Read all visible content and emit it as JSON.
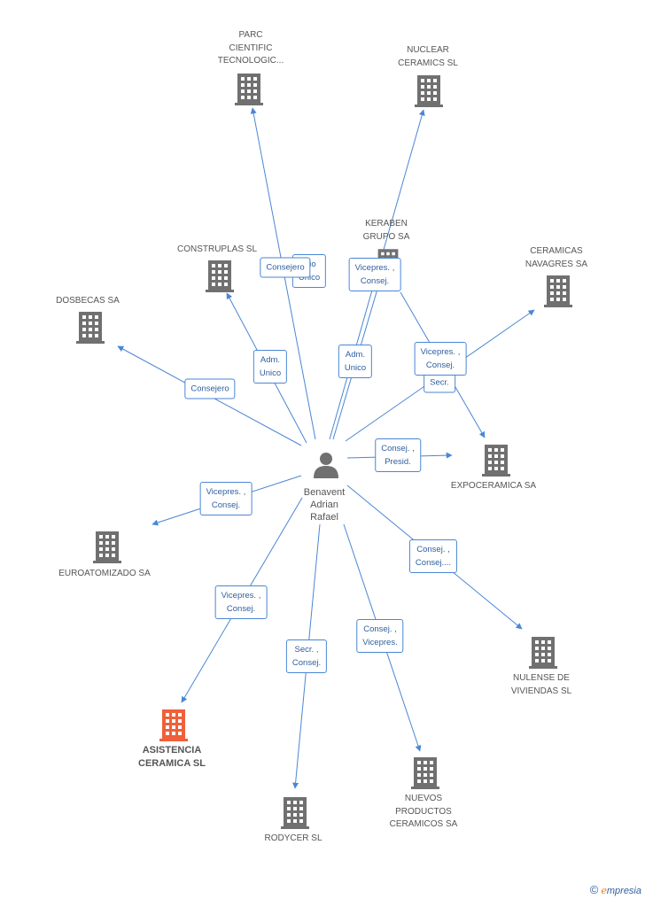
{
  "colors": {
    "edge": "#4a86d4",
    "building": "#707070",
    "highlight": "#f0603a"
  },
  "person": {
    "name": "Benavent\nAdrian\nRafael",
    "icon": "person-icon"
  },
  "companies": [
    {
      "id": "parc",
      "name": "PARC\nCIENTIFIC\nTECNOLOGIC..."
    },
    {
      "id": "nuclear",
      "name": "NUCLEAR\nCERAMICS SL"
    },
    {
      "id": "keraben",
      "name": "KERABEN\nGRUPO SA"
    },
    {
      "id": "construplas",
      "name": "CONSTRUPLAS SL"
    },
    {
      "id": "ceramicas_navagres",
      "name": "CERAMICAS\nNAVAGRES SA"
    },
    {
      "id": "dosbecas",
      "name": "DOSBECAS SA"
    },
    {
      "id": "expoceramica",
      "name": "EXPOCERAMICA SA"
    },
    {
      "id": "euroatomizado",
      "name": "EUROATOMIZADO SA"
    },
    {
      "id": "nulense",
      "name": "NULENSE DE\nVIVIENDAS SL"
    },
    {
      "id": "asistencia",
      "name": "ASISTENCIA\nCERAMICA SL",
      "highlight": true
    },
    {
      "id": "nuevos",
      "name": "NUEVOS\nPRODUCTOS\nCERAMICOS SA"
    },
    {
      "id": "rodycer",
      "name": "RODYCER SL"
    }
  ],
  "relations": [
    {
      "id": "r_parc",
      "label": "Consejero"
    },
    {
      "id": "r_construplas",
      "label": "Adm.\nUnico"
    },
    {
      "id": "r_dosbecas",
      "label": "Consejero"
    },
    {
      "id": "r_keraben_adm",
      "label": "Adm.\nUnico"
    },
    {
      "id": "r_nuclear",
      "label": "...io\nUnico"
    },
    {
      "id": "r_keraben_vice",
      "label": "Vicepres. ,\nConsej."
    },
    {
      "id": "r_navagres_vice",
      "label": "Vicepres. ,\nConsej."
    },
    {
      "id": "r_navagres_secr",
      "label": "Secr."
    },
    {
      "id": "r_expo",
      "label": "Consej. ,\nPresid."
    },
    {
      "id": "r_euro",
      "label": "Vicepres. ,\nConsej."
    },
    {
      "id": "r_nulense",
      "label": "Consej. ,\nConsej...."
    },
    {
      "id": "r_asistencia",
      "label": "Vicepres. ,\nConsej."
    },
    {
      "id": "r_rodycer",
      "label": "Secr. ,\nConsej."
    },
    {
      "id": "r_nuevos",
      "label": "Consej. ,\nVicepres."
    }
  ],
  "footer": {
    "copyright": "©",
    "brand_initial": "e",
    "brand_rest": "mpresia"
  }
}
